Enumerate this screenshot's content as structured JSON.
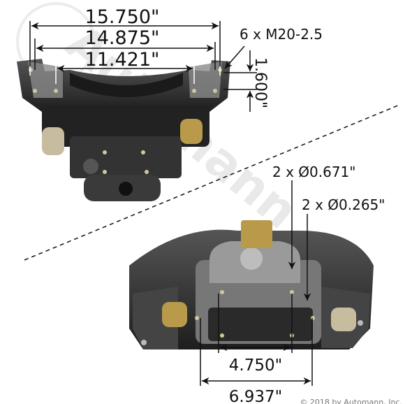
{
  "watermark": "Automann",
  "copyright": "© 2018 by Automann, Inc.",
  "top_view": {
    "dim_overall": "15.750\"",
    "dim_middle": "14.875\"",
    "dim_inner": "11.421\"",
    "bolt_spec": "6 x M20-2.5",
    "dim_vertical": "1.600\""
  },
  "bottom_view": {
    "hole_large": "2 x Ø0.671\"",
    "hole_small": "2 x Ø0.265\"",
    "dim_inner": "4.750\"",
    "dim_outer": "6.937\""
  },
  "colors": {
    "body": "#2b2b2b",
    "metal": "#8a8a8a",
    "brass": "#b89a4a",
    "line": "#111111"
  }
}
